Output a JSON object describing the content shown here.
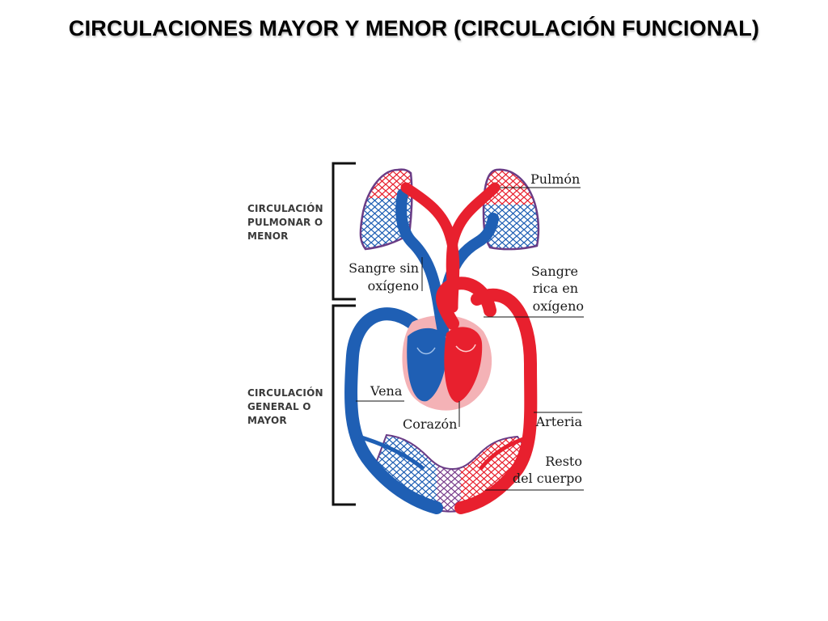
{
  "title": "CIRCULACIONES MAYOR Y MENOR (CIRCULACIÓN FUNCIONAL)",
  "brackets": {
    "pulmonary": [
      "CIRCULACIÓN",
      "PULMONAR O",
      "MENOR"
    ],
    "general": [
      "CIRCULACIÓN",
      "GENERAL O",
      "MAYOR"
    ]
  },
  "labels": {
    "pulmon": "Pulmón",
    "sangre_sin": [
      "Sangre sin",
      "oxígeno"
    ],
    "sangre_rica": [
      "Sangre",
      "rica en",
      "oxígeno"
    ],
    "vena": "Vena",
    "corazon": "Corazón",
    "arteria": "Arteria",
    "resto": [
      "Resto",
      "del cuerpo"
    ]
  },
  "colors": {
    "oxygenated": "#e8202e",
    "deoxygenated": "#1f5fb4",
    "heart_sac": "#f4b2b6"
  }
}
